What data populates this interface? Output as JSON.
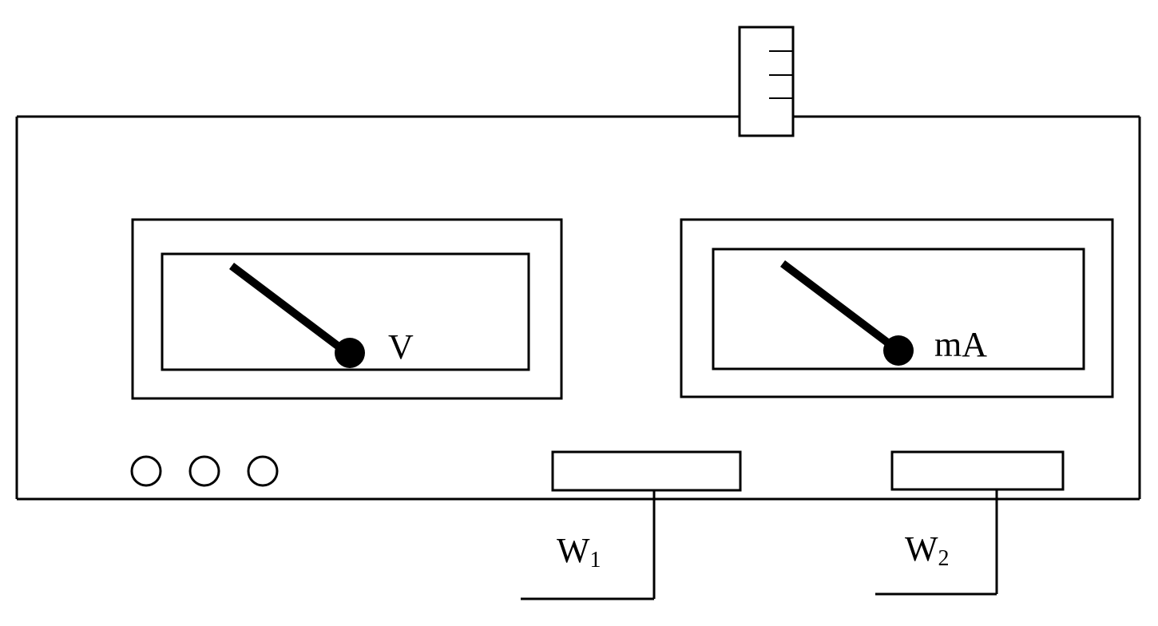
{
  "meters": {
    "voltmeter": {
      "unit_label": "V"
    },
    "milliammeter": {
      "unit_label": "mA"
    }
  },
  "potentiometers": {
    "w1": {
      "letter": "W",
      "subscript": "1"
    },
    "w2": {
      "letter": "W",
      "subscript": "2"
    }
  },
  "colors": {
    "ink": "#000000",
    "paper": "#ffffff"
  }
}
